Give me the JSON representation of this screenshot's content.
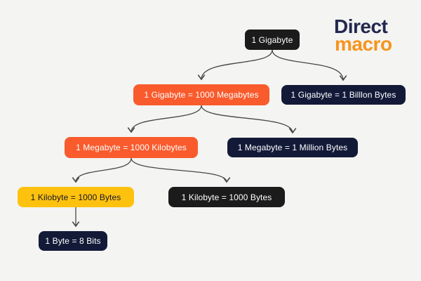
{
  "page": {
    "background_color": "#f4f4f2",
    "description": "Flow diagram of digital storage unit conversions"
  },
  "logo": {
    "line1": "Direct",
    "line2": "macro",
    "line1_color": "#23284f",
    "line2_color": "#f7941d"
  },
  "colors": {
    "node_black": "#1b1b1b",
    "node_orange": "#f95b2d",
    "node_navy": "#131a38",
    "node_yellow": "#fec20e",
    "node_text_light": "#ffffff",
    "node_text_dark": "#14142b",
    "connector": "#474747"
  },
  "nodes": [
    {
      "id": "gb",
      "label": "1 Gigabyte",
      "variant": "black"
    },
    {
      "id": "gb-mb",
      "label": "1 Gigabyte = 1000 Megabytes",
      "variant": "orange"
    },
    {
      "id": "gb-bytes",
      "label": "1 Gigabyte = 1 Billlon Bytes",
      "variant": "navy"
    },
    {
      "id": "mb-kb",
      "label": "1 Megabyte = 1000 Kilobytes",
      "variant": "orange"
    },
    {
      "id": "mb-bytes",
      "label": "1 Megabyte = 1 Million Bytes",
      "variant": "navy"
    },
    {
      "id": "kb-left",
      "label": "1 Kilobyte = 1000 Bytes",
      "variant": "yellow"
    },
    {
      "id": "kb-right",
      "label": "1 Kilobyte = 1000 Bytes",
      "variant": "black"
    },
    {
      "id": "byte",
      "label": "1 Byte = 8 Bits",
      "variant": "navy"
    }
  ],
  "edges": [
    {
      "from": "gb",
      "to": "gb-mb"
    },
    {
      "from": "gb",
      "to": "gb-bytes"
    },
    {
      "from": "gb-mb",
      "to": "mb-kb"
    },
    {
      "from": "gb-mb",
      "to": "mb-bytes"
    },
    {
      "from": "mb-kb",
      "to": "kb-left"
    },
    {
      "from": "mb-kb",
      "to": "kb-right"
    },
    {
      "from": "kb-left",
      "to": "byte"
    }
  ]
}
